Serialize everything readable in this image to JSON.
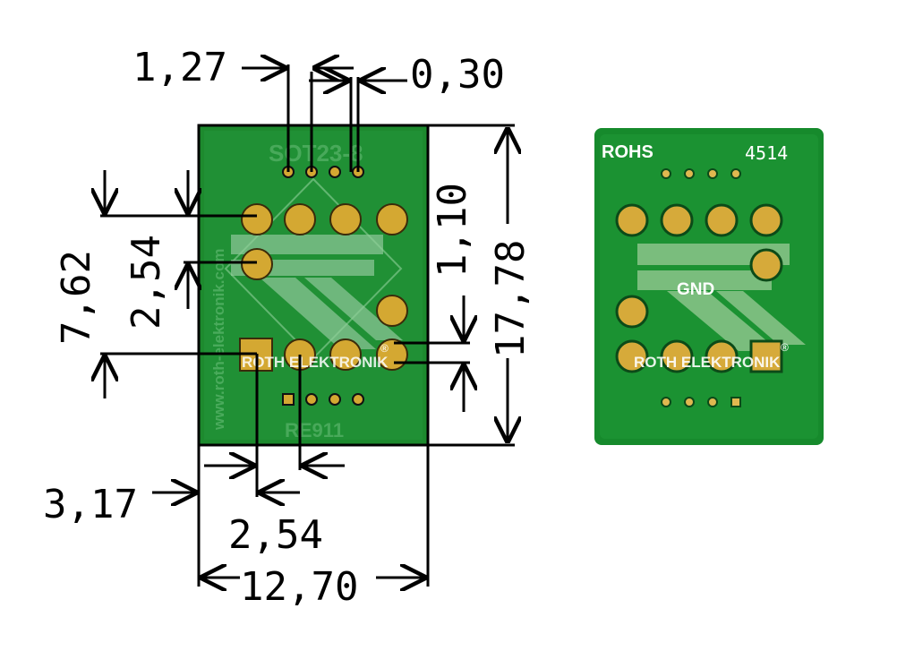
{
  "dimensions": {
    "pitch": "1,27",
    "trace_gap": "0,30",
    "row_pitch": "2,54",
    "span": "7,62",
    "pad_offset": "1,10",
    "board_height": "17,78",
    "edge_offset": "3,17",
    "col_pitch": "2,54",
    "board_width": "12,70"
  },
  "left_board": {
    "top_label": "SOT23-8",
    "bottom_label": "RE911",
    "side_label": "www.roth-elektronik.com",
    "brand": "ROTH ELEKTRONIK",
    "registered": "®",
    "colors": {
      "pcb": "#1d8a2e",
      "pad": "#d4a832"
    }
  },
  "right_board": {
    "rohs": "ROHS",
    "code": "4514",
    "gnd": "GND",
    "brand": "ROTH ELEKTRONIK",
    "registered": "®"
  }
}
